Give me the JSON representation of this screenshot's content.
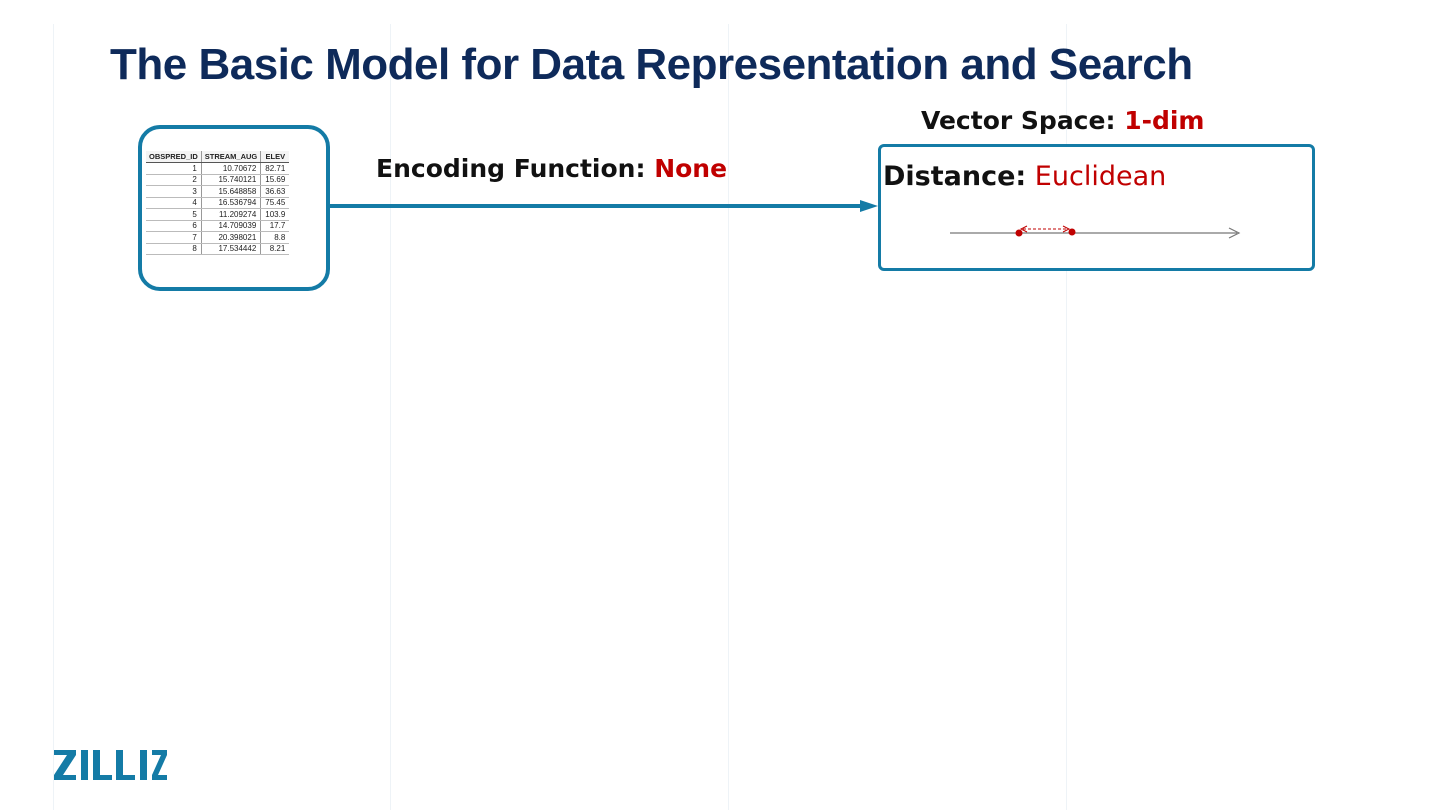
{
  "slide": {
    "title": "The Basic Model for Data Representation and Search"
  },
  "data_table": {
    "headers": [
      "OBSPRED_ID",
      "STREAM_AUG",
      "ELEV"
    ],
    "rows": [
      [
        "1",
        "10.70672",
        "82.71"
      ],
      [
        "2",
        "15.740121",
        "15.69"
      ],
      [
        "3",
        "15.648858",
        "36.63"
      ],
      [
        "4",
        "16.536794",
        "75.45"
      ],
      [
        "5",
        "11.209274",
        "103.9"
      ],
      [
        "6",
        "14.709039",
        "17.7"
      ],
      [
        "7",
        "20.398021",
        "8.8"
      ],
      [
        "8",
        "17.534442",
        "8.21"
      ]
    ]
  },
  "encoding": {
    "label": "Encoding Function:",
    "value": "None"
  },
  "vector_space": {
    "label": "Vector Space:",
    "value": "1-dim"
  },
  "distance": {
    "label": "Distance:",
    "value": "Euclidean"
  },
  "logo": {
    "text": "ZILLIZ",
    "color": "#147ba6"
  },
  "colors": {
    "title": "#0e2a5a",
    "accent": "#147ba6",
    "highlight": "#c00000"
  }
}
